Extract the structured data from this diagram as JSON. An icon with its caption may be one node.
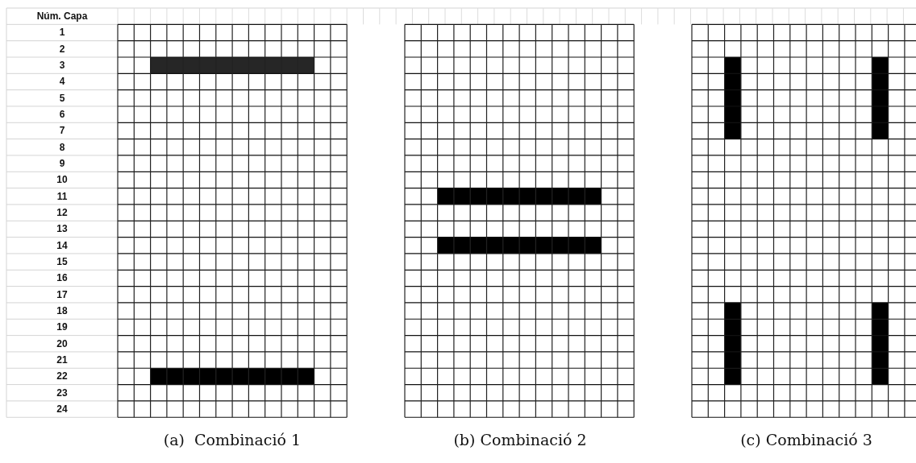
{
  "diagram": {
    "labels": [
      "Núm. Capa",
      "1",
      "2",
      "3",
      "4",
      "5",
      "6",
      "7",
      "8",
      "9",
      "10",
      "11",
      "12",
      "13",
      "14",
      "15",
      "16",
      "17",
      "18",
      "19",
      "20",
      "21",
      "22",
      "23",
      "24",
      "(a)  Combinació 1",
      "(b) Combinació 2",
      "(c) Combinació 3"
    ]
  }
}
